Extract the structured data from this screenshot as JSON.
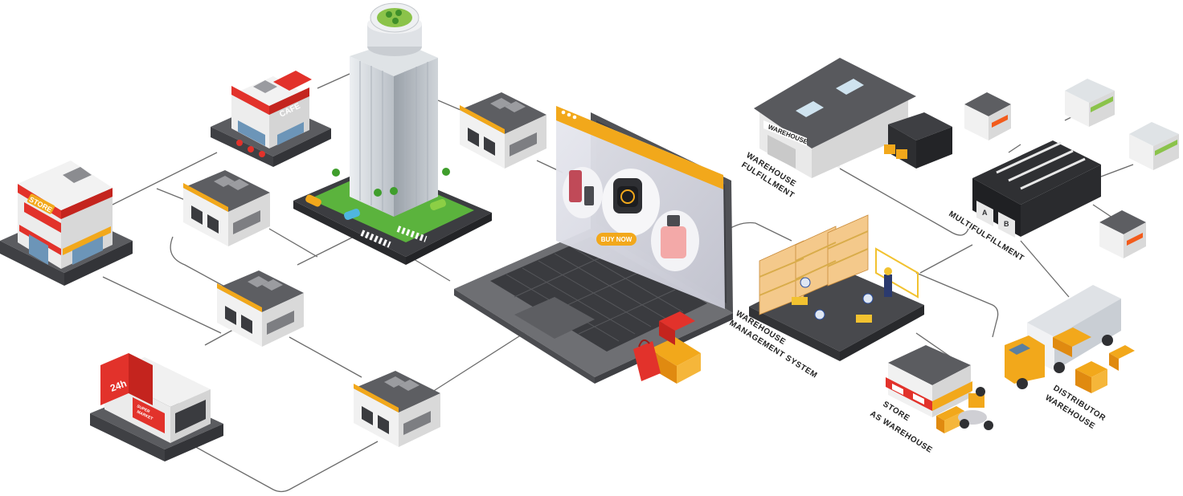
{
  "labels": {
    "warehouse_fulfillment": [
      "WAREHOUSE",
      "FULFILLMENT"
    ],
    "multifulfillment": "MULTIFULFILLMENT",
    "warehouse_management_system": [
      "WAREHOUSE",
      "MANAGEMENT SYSTEM"
    ],
    "store_as_warehouse": [
      "STORE",
      "AS WAREHOUSE"
    ],
    "distributor_warehouse": [
      "DISTRIBUTOR",
      "WAREHOUSE"
    ]
  },
  "signs": {
    "store": "STORE",
    "cafe": "CAFE",
    "warehouse": "WAREHOUSE",
    "hours": "24h",
    "super_market": [
      "SUPER",
      "MARKET"
    ],
    "buy_now": "BUY NOW",
    "bay_a": "A",
    "bay_b": "B"
  },
  "colors": {
    "line": "#6b6b6b",
    "accent_yellow": "#f2a81b",
    "accent_red": "#e2322b",
    "dark": "#2f2f33",
    "roof_gray": "#58595d"
  }
}
